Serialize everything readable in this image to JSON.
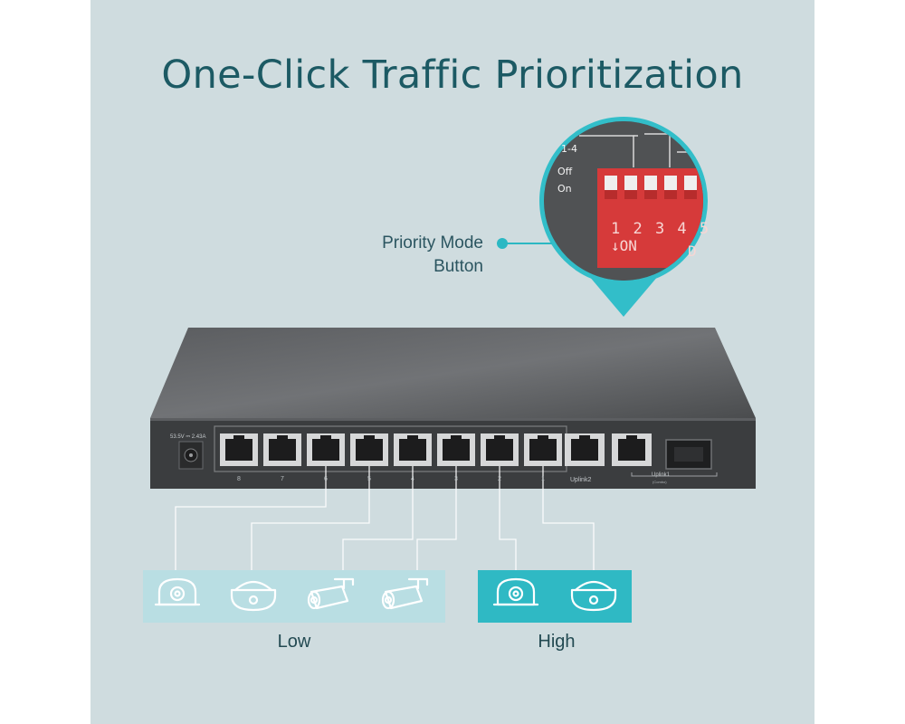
{
  "headline": "One-Click Traffic Prioritization",
  "callout": {
    "line1": "Priority Mode",
    "line2": "Button"
  },
  "dip_switch": {
    "row1": "1-4",
    "row2": "Off",
    "row3": "On",
    "numbers": "1 2 3 4 5",
    "on_marker": "↓ON",
    "fragment": "D"
  },
  "switch_panel": {
    "power_spec": "53.5V ⎓ 2.43A",
    "port_numbers": [
      "8",
      "7",
      "6",
      "5",
      "4",
      "3",
      "2",
      "1"
    ],
    "uplink2": "Uplink2",
    "uplink1": "Uplink1",
    "uplink1_sub": "(Combo)"
  },
  "priority_groups": {
    "low": "Low",
    "high": "High"
  },
  "colors": {
    "background": "#cfdcdf",
    "headline": "#1c5a64",
    "accent": "#2bb8c3",
    "low_group": "#b9dee3",
    "high_group": "#2fb9c4",
    "dip_switch": "#d63a3a",
    "switch_body": "#3c3e40"
  },
  "icons": [
    "dome-camera-icon",
    "dome-camera-icon",
    "bullet-camera-icon",
    "bullet-camera-icon",
    "dome-camera-icon",
    "dome-camera-icon",
    "power-jack-icon",
    "ethernet-port-icon",
    "sfp-port-icon"
  ]
}
